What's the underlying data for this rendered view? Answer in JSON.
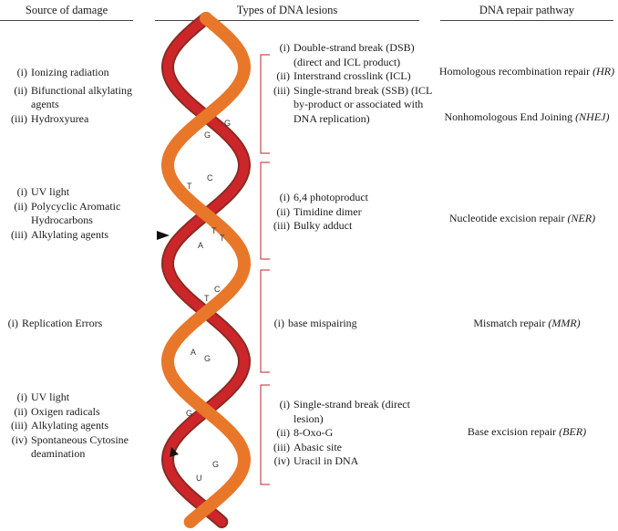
{
  "headers": {
    "source": "Source of damage",
    "lesions": "Types of DNA lesions",
    "repair": "DNA repair pathway"
  },
  "rows": [
    {
      "sources": [
        {
          "num": "(i)",
          "text": "Ionizing radiation"
        },
        {
          "num": "(ii)",
          "text": "Bifunctional alkylating agents"
        },
        {
          "num": "(iii)",
          "text": "Hydroxyurea"
        }
      ],
      "lesions": [
        {
          "num": "(i)",
          "text": "Double-strand break (DSB) (direct and ICL product)"
        },
        {
          "num": "(ii)",
          "text": "Interstrand crosslink (ICL)"
        },
        {
          "num": "(iii)",
          "text": "Single-strand break (SSB) (ICL by-product or associated with DNA replication)"
        }
      ],
      "repairs": [
        {
          "name": "Homologous recombination repair",
          "abbr": "(HR)"
        },
        {
          "name": "Nonhomologous End Joining",
          "abbr": "(NHEJ)"
        }
      ]
    },
    {
      "sources": [
        {
          "num": "(i)",
          "text": "UV light"
        },
        {
          "num": "(ii)",
          "text": "Polycyclic Aromatic Hydrocarbons"
        },
        {
          "num": "(iii)",
          "text": "Alkylating agents"
        }
      ],
      "lesions": [
        {
          "num": "(i)",
          "text": "6,4 photoproduct"
        },
        {
          "num": "(ii)",
          "text": "Timidine dimer"
        },
        {
          "num": "(iii)",
          "text": "Bulky adduct"
        }
      ],
      "repairs": [
        {
          "name": "Nucleotide excision repair",
          "abbr": "(NER)"
        }
      ]
    },
    {
      "sources": [
        {
          "num": "(i)",
          "text": "Replication Errors"
        }
      ],
      "lesions": [
        {
          "num": "(i)",
          "text": "base mispairing"
        }
      ],
      "repairs": [
        {
          "name": "Mismatch repair",
          "abbr": "(MMR)"
        }
      ]
    },
    {
      "sources": [
        {
          "num": "(i)",
          "text": "UV light"
        },
        {
          "num": "(ii)",
          "text": "Oxigen radicals"
        },
        {
          "num": "(iii)",
          "text": "Alkylating agents"
        },
        {
          "num": "(iv)",
          "text": "Spontaneous Cytosine deamination"
        }
      ],
      "lesions": [
        {
          "num": "(i)",
          "text": "Single-strand break (direct lesion)"
        },
        {
          "num": "(ii)",
          "text": "8-Oxo-G"
        },
        {
          "num": "(iii)",
          "text": "Abasic site"
        },
        {
          "num": "(iv)",
          "text": "Uracil in DNA"
        }
      ],
      "repairs": [
        {
          "name": "Base excision repair",
          "abbr": "(BER)"
        }
      ]
    }
  ],
  "helix_labels": {
    "base_g1": "G",
    "base_g2": "G",
    "base_c1": "C",
    "base_t1": "T",
    "base_t2": "T",
    "base_t3": "T",
    "base_a1": "A",
    "base_c2": "C",
    "base_t4": "T",
    "base_a2": "A",
    "base_g3": "G",
    "base_g4": "G",
    "base_u1": "U",
    "base_g5": "G"
  },
  "colors": {
    "strand_orange": "#e8772a",
    "strand_red": "#d8262b",
    "strand_dark": "#8b2a22",
    "bracket": "#c0202a"
  }
}
